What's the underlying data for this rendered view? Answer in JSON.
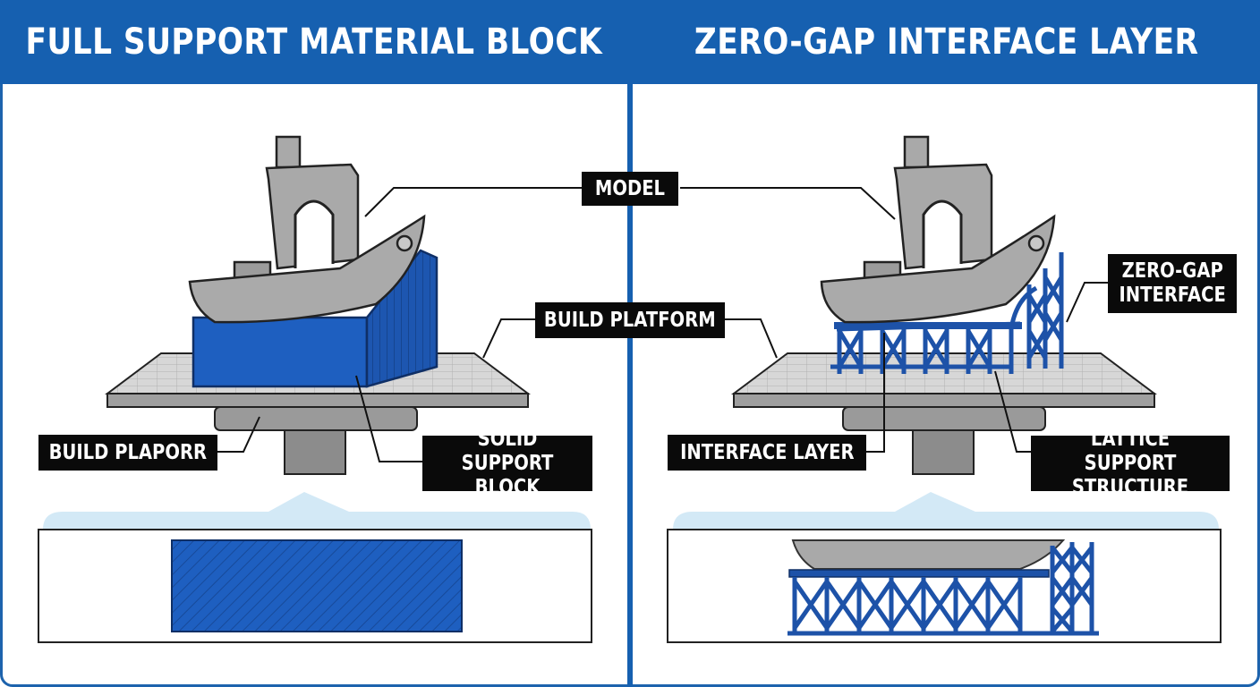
{
  "panels": {
    "left": {
      "title": "FULL SUPPORT MATERIAL BLOCK"
    },
    "right": {
      "title": "ZERO-GAP INTERFACE LAYER"
    }
  },
  "labels": {
    "model": "MODEL",
    "build_platform": "BUILD PLATFORM",
    "build_plaporr": "BUILD PLAPORR",
    "solid_support_block": "SOLID SUPPORT\nBLOCK",
    "zero_gap_interface": "ZERO-GAP\nINTERFACE",
    "interface_layer": "INTERFACE LAYER",
    "lattice_support_structure": "LATTICE SUPPORT\nSTRUCTURE"
  },
  "colors": {
    "header_blue": "#1660b0",
    "support_blue": "#1e5fc0",
    "model_gray": "#a9a9a9",
    "label_black": "#0a0a0a",
    "cross_section_bg": "#d8ecf7"
  }
}
